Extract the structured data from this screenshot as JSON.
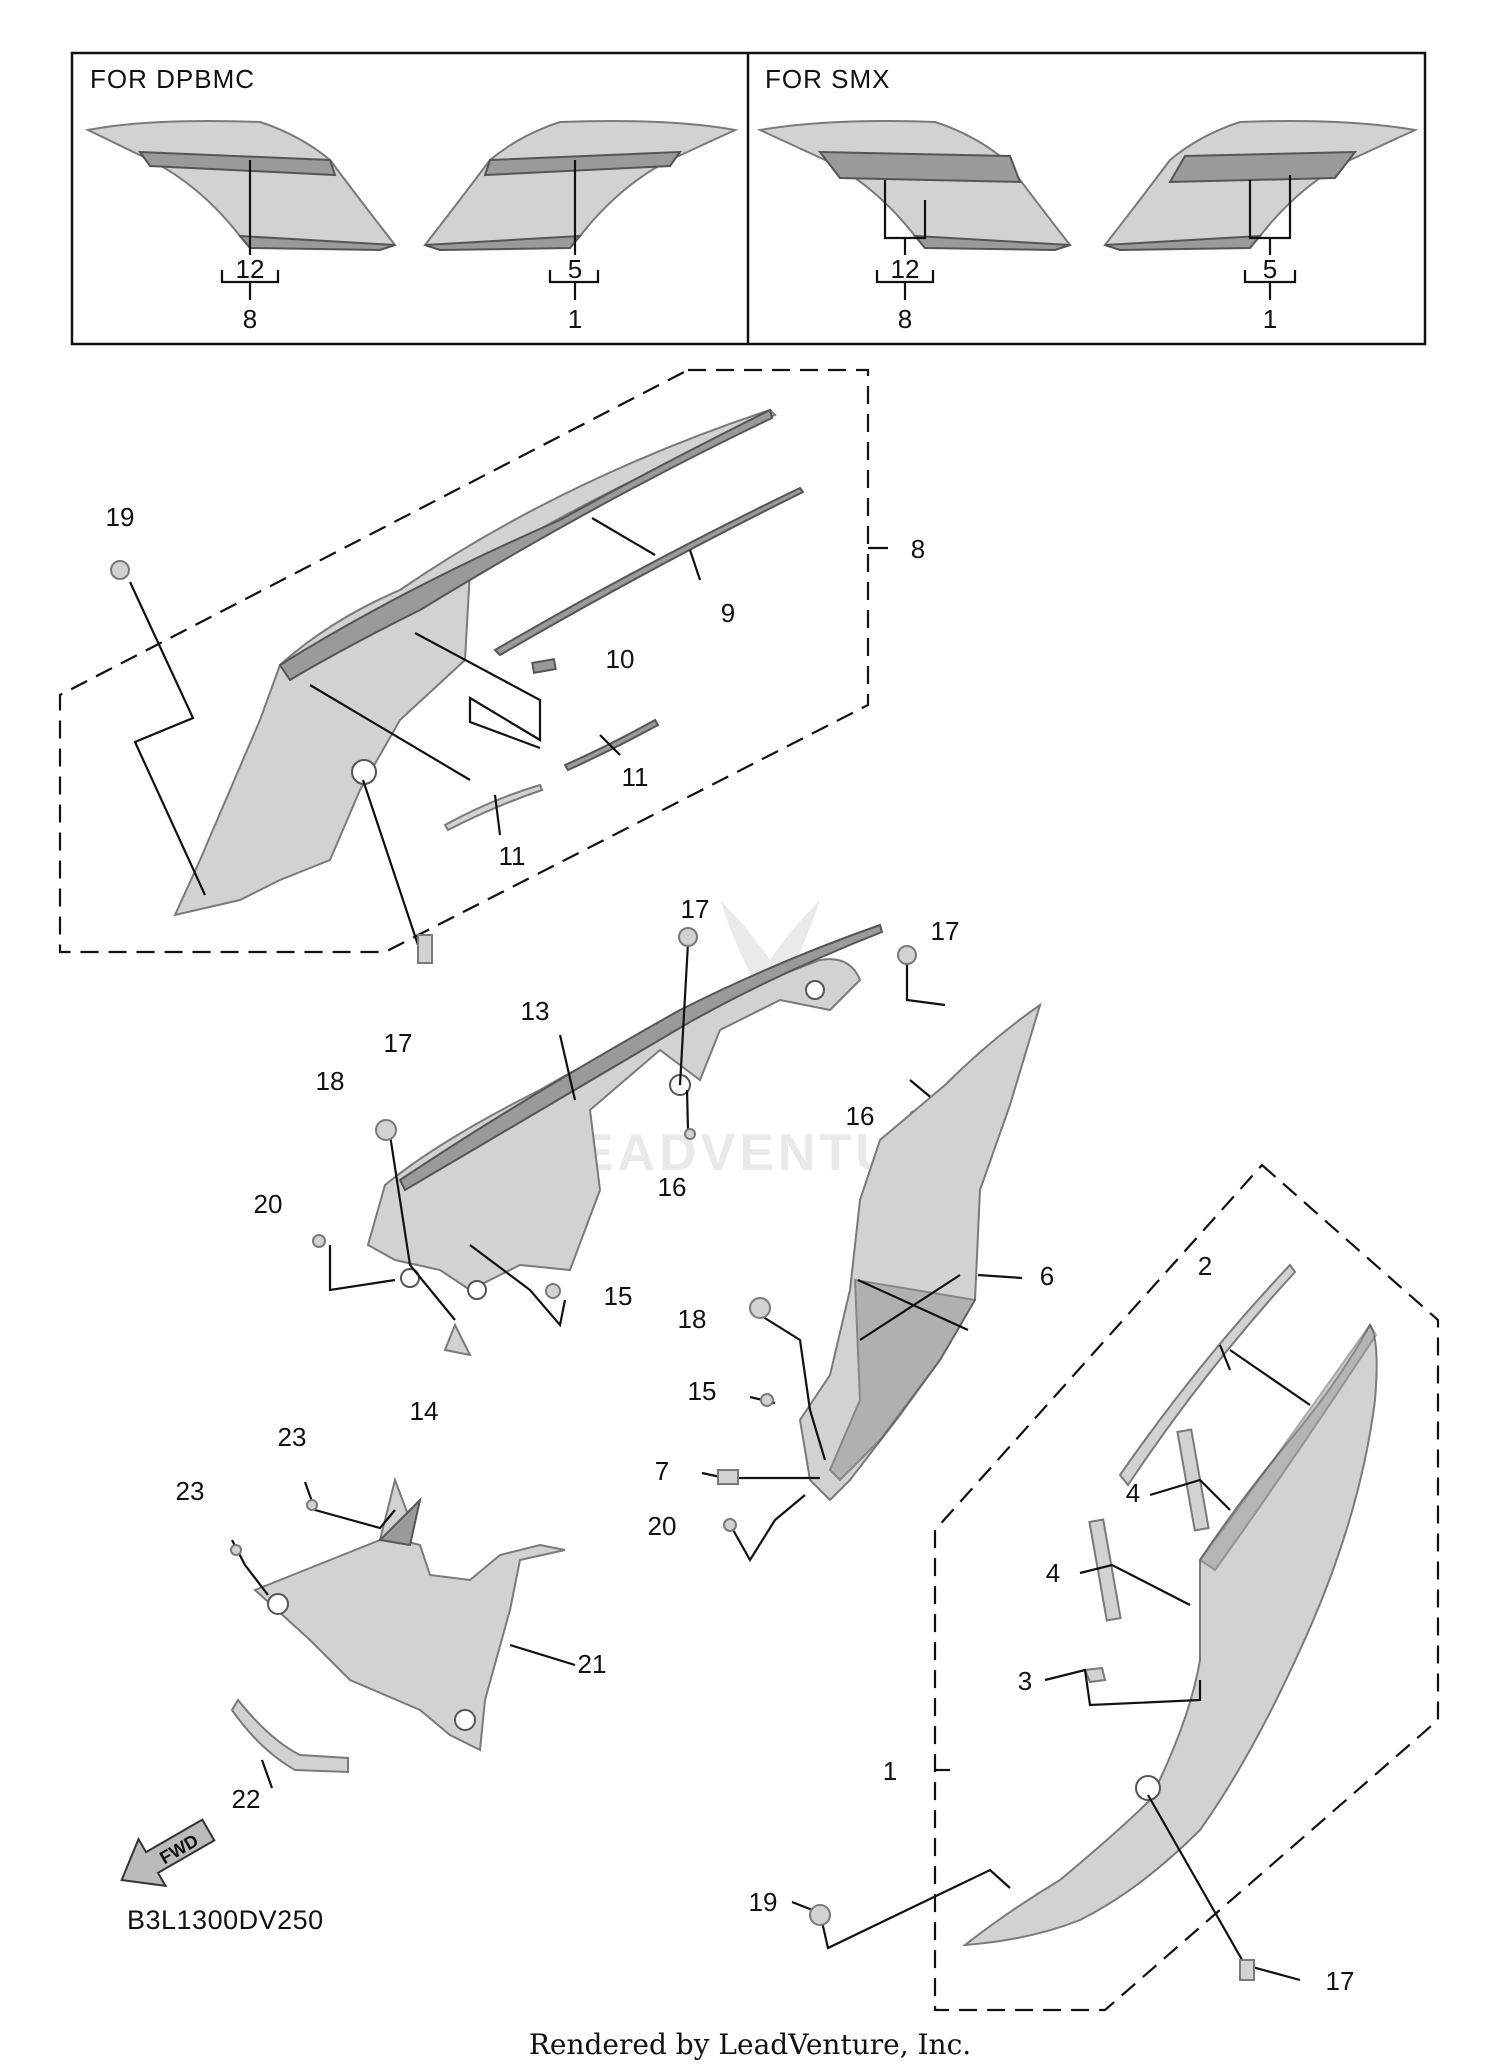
{
  "variants": {
    "left_title": "FOR DPBMC",
    "right_title": "FOR SMX",
    "left_items": [
      {
        "top": "12",
        "bottom": "8"
      },
      {
        "top": "5",
        "bottom": "1"
      }
    ],
    "right_items": [
      {
        "top": "12",
        "bottom": "8"
      },
      {
        "top": "5",
        "bottom": "1"
      }
    ]
  },
  "callouts": {
    "c19a": "19",
    "c8": "8",
    "c9": "9",
    "c10": "10",
    "c11a": "11",
    "c11b": "11",
    "c17a": "17",
    "c17b": "17",
    "c17c": "17",
    "c17d": "17",
    "c13": "13",
    "c18a": "18",
    "c18b": "18",
    "c16a": "16",
    "c16b": "16",
    "c20a": "20",
    "c20b": "20",
    "c15a": "15",
    "c15b": "15",
    "c14": "14",
    "c6": "6",
    "c2": "2",
    "c7": "7",
    "c4a": "4",
    "c4b": "4",
    "c3": "3",
    "c1": "1",
    "c19b": "19",
    "c23a": "23",
    "c23b": "23",
    "c21": "21",
    "c22": "22"
  },
  "fwd_label": "FWD",
  "diagram_code": "B3L1300DV250",
  "watermark": "LEADVENTURE",
  "footer": "Rendered by LeadVenture, Inc."
}
